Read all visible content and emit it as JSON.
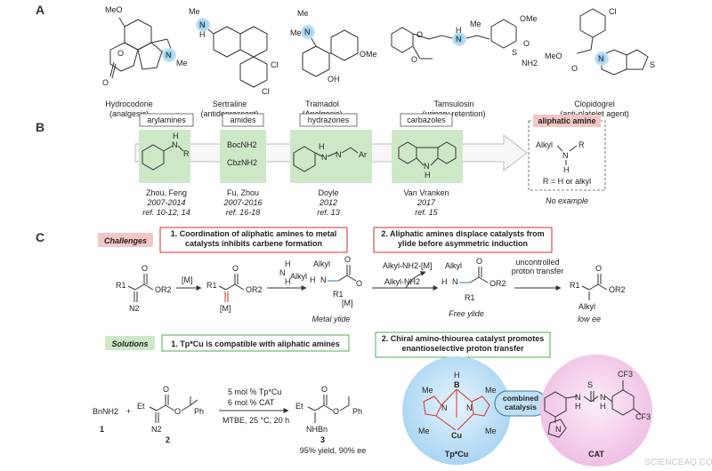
{
  "section_a": {
    "label": "A",
    "drugs": [
      {
        "name": "Hydrocodone",
        "use": "(analgesic)",
        "labels": [
          "MeO",
          "O",
          "O",
          "N",
          "Me"
        ]
      },
      {
        "name": "Sertraline",
        "use": "(antidepressant)",
        "labels": [
          "Me",
          "N",
          "H",
          "Cl",
          "Cl"
        ]
      },
      {
        "name": "Tramadol",
        "use": "(Analgesic)",
        "labels": [
          "Me",
          "N",
          "Me",
          "OH",
          "OMe"
        ]
      },
      {
        "name": "Tamsulosin",
        "use": "(urinary retention)",
        "labels": [
          "O",
          "O",
          "H",
          "N",
          "Me",
          "OMe",
          "O",
          "S",
          "NH2"
        ]
      },
      {
        "name": "Clopidogrel",
        "use": "(anti-platelet agent)",
        "labels": [
          "Cl",
          "MeO",
          "O",
          "N",
          "S"
        ]
      }
    ]
  },
  "section_b": {
    "label": "B",
    "classes": [
      {
        "title": "arylamines",
        "groups": [
          "H",
          "N",
          "R"
        ],
        "authors": "Zhou, Feng",
        "years": "2007-2014",
        "ref": "ref. 10-12, 14"
      },
      {
        "title": "amides",
        "groups": [
          "BocNH2",
          "CbzNH2"
        ],
        "authors": "Fu, Zhou",
        "years": "2007-2016",
        "ref": "ref. 16-18"
      },
      {
        "title": "hydrazones",
        "groups": [
          "H",
          "N",
          "N",
          "Ar"
        ],
        "authors": "Doyle",
        "years": "2012",
        "ref": "ref. 13"
      },
      {
        "title": "carbazoles",
        "groups": [
          "N",
          "H"
        ],
        "authors": "Van Vranken",
        "years": "2017",
        "ref": "ref. 15"
      }
    ],
    "target": {
      "title": "aliphatic amine",
      "groups": [
        "Alkyl",
        "N",
        "R",
        "H"
      ],
      "note": "R = H or alkyl",
      "status": "No example"
    }
  },
  "section_c": {
    "label": "C",
    "challenges_tag": "Challenges",
    "challenge_1": "1. Coordination of aliphatic amines to metal catalysts inhibits carbene formation",
    "challenge_2": "2.  Aliphatic  amines  displace  catalysts from ylide before asymmetric induction",
    "solutions_tag": "Solutions",
    "solution_1": "1. Tp*Cu is compatible with aliphatic amines",
    "solution_2": "2. Chiral amino-thiourea catalyst promotes enantioselective proton transfer",
    "mech": {
      "metal": "[M]",
      "amine": "N",
      "alkyl": "Alkyl",
      "h": "H",
      "ylide": "Metal ylide",
      "free_ylide": "Free ylide",
      "displace1": "Alkyl-NH2-[M]",
      "displace2": "Alkyl-NH2",
      "transfer": "uncontrolled proton transfer",
      "outcome": "low ee",
      "r1": "R1",
      "or2": "OR2",
      "n2": "N2",
      "o": "O"
    },
    "reaction": {
      "amine": "BnNH2",
      "plus": "+",
      "amine_num": "1",
      "diazo_num": "2",
      "product_num": "3",
      "cond1": "5 mol % Tp*Cu",
      "cond2": "6 mol % CAT",
      "cond3": "MTBE, 25 °C, 20 h",
      "result": "95% yield, 90% ee",
      "labels": [
        "Et",
        "O",
        "O",
        "Ph",
        "N2",
        "NHBn"
      ]
    },
    "tpcu": {
      "name": "Tp*Cu",
      "labels": [
        "Me",
        "H",
        "B",
        "N",
        "Cu"
      ]
    },
    "combined": "combined catalysis",
    "cat": {
      "name": "CAT",
      "labels": [
        "CF3",
        "CF3",
        "S",
        "N",
        "H"
      ]
    }
  },
  "watermark": "SCIENCEAQ.COM",
  "colors": {
    "green": "#cde8c7",
    "red": "#d32f2f",
    "pink": "#f4c6c6",
    "blue_sphere": "#bfe0f5",
    "pink_sphere": "#f7d3ee",
    "amine_blue": "#3a74b5"
  }
}
